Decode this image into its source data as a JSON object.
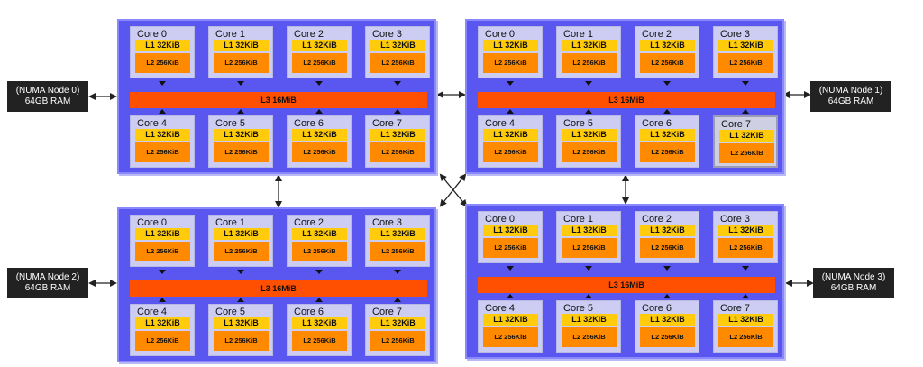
{
  "sockets": [
    {
      "l3": "L3 16MiB",
      "cores": [
        {
          "name": "Core 0",
          "l1": "L1 32KiB",
          "l2": "L2 256KiB"
        },
        {
          "name": "Core 1",
          "l1": "L1 32KiB",
          "l2": "L2 256KiB"
        },
        {
          "name": "Core 2",
          "l1": "L1 32KiB",
          "l2": "L2 256KiB"
        },
        {
          "name": "Core 3",
          "l1": "L1 32KiB",
          "l2": "L2 256KiB"
        },
        {
          "name": "Core 4",
          "l1": "L1 32KiB",
          "l2": "L2 256KiB"
        },
        {
          "name": "Core 5",
          "l1": "L1 32KiB",
          "l2": "L2 256KiB"
        },
        {
          "name": "Core 6",
          "l1": "L1 32KiB",
          "l2": "L2 256KiB"
        },
        {
          "name": "Core 7",
          "l1": "L1 32KiB",
          "l2": "L2 256KiB"
        }
      ]
    },
    {
      "l3": "L3 16MiB",
      "cores": [
        {
          "name": "Core 0",
          "l1": "L1 32KiB",
          "l2": "L2 256KiB"
        },
        {
          "name": "Core 1",
          "l1": "L1 32KiB",
          "l2": "L2 256KiB"
        },
        {
          "name": "Core 2",
          "l1": "L1 32KiB",
          "l2": "L2 256KiB"
        },
        {
          "name": "Core 3",
          "l1": "L1 32KiB",
          "l2": "L2 256KiB"
        },
        {
          "name": "Core 4",
          "l1": "L1 32KiB",
          "l2": "L2 256KiB"
        },
        {
          "name": "Core 5",
          "l1": "L1 32KiB",
          "l2": "L2 256KiB"
        },
        {
          "name": "Core 6",
          "l1": "L1 32KiB",
          "l2": "L2 256KiB"
        },
        {
          "name": "Core 7",
          "l1": "L1 32KiB",
          "l2": "L2 256KiB"
        }
      ]
    },
    {
      "l3": "L3 16MiB",
      "cores": [
        {
          "name": "Core 0",
          "l1": "L1 32KiB",
          "l2": "L2 256KiB"
        },
        {
          "name": "Core 1",
          "l1": "L1 32KiB",
          "l2": "L2 256KiB"
        },
        {
          "name": "Core 2",
          "l1": "L1 32KiB",
          "l2": "L2 256KiB"
        },
        {
          "name": "Core 3",
          "l1": "L1 32KiB",
          "l2": "L2 256KiB"
        },
        {
          "name": "Core 4",
          "l1": "L1 32KiB",
          "l2": "L2 256KiB"
        },
        {
          "name": "Core 5",
          "l1": "L1 32KiB",
          "l2": "L2 256KiB"
        },
        {
          "name": "Core 6",
          "l1": "L1 32KiB",
          "l2": "L2 256KiB"
        },
        {
          "name": "Core 7",
          "l1": "L1 32KiB",
          "l2": "L2 256KiB"
        }
      ]
    },
    {
      "l3": "L3 16MiB",
      "cores": [
        {
          "name": "Core 0",
          "l1": "L1 32KiB",
          "l2": "L2 256KiB"
        },
        {
          "name": "Core 1",
          "l1": "L1 32KiB",
          "l2": "L2 256KiB"
        },
        {
          "name": "Core 2",
          "l1": "L1 32KiB",
          "l2": "L2 256KiB"
        },
        {
          "name": "Core 3",
          "l1": "L1 32KiB",
          "l2": "L2 256KiB"
        },
        {
          "name": "Core 4",
          "l1": "L1 32KiB",
          "l2": "L2 256KiB"
        },
        {
          "name": "Core 5",
          "l1": "L1 32KiB",
          "l2": "L2 256KiB"
        },
        {
          "name": "Core 6",
          "l1": "L1 32KiB",
          "l2": "L2 256KiB"
        },
        {
          "name": "Core 7",
          "l1": "L1 32KiB",
          "l2": "L2 256KiB"
        }
      ]
    }
  ],
  "numa_nodes": [
    {
      "label": "(NUMA Node 0)",
      "ram": "64GB RAM"
    },
    {
      "label": "(NUMA Node 1)",
      "ram": "64GB RAM"
    },
    {
      "label": "(NUMA Node 2)",
      "ram": "64GB RAM"
    },
    {
      "label": "(NUMA Node 3)",
      "ram": "64GB RAM"
    }
  ],
  "colors": {
    "socket": "#5a57f0",
    "core": "#cdcdf3",
    "l1": "#ffcb0a",
    "l2": "#ff8a00",
    "l3": "#ff4f00",
    "numa_box": "#222222"
  }
}
